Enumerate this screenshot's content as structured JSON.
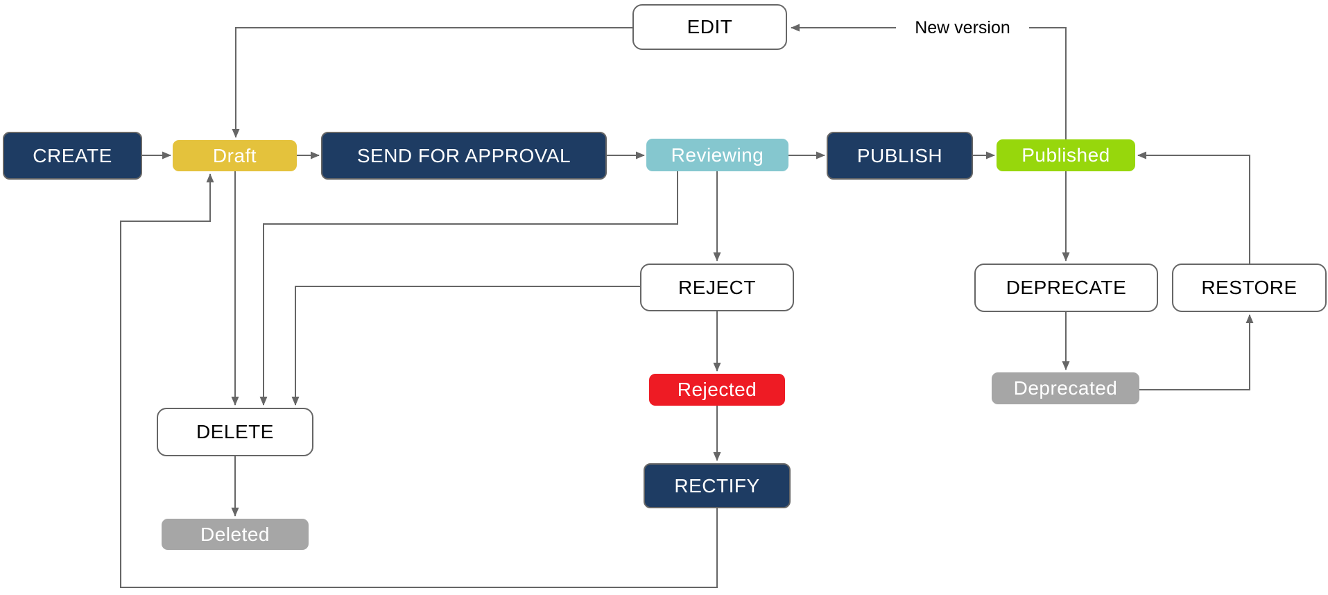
{
  "colors": {
    "canvas": "#ffffff",
    "navy": "#1e3c63",
    "gold": "#e4c23c",
    "teal": "#85c7cf",
    "lime": "#97d70c",
    "red": "#ee1b24",
    "gray": "#a6a6a6",
    "line": "#666666",
    "outline_border": "#666666",
    "text_light": "#ffffff",
    "text_dark": "#000000"
  },
  "nodes": {
    "create": {
      "label": "CREATE",
      "type": "action"
    },
    "draft": {
      "label": "Draft",
      "type": "state"
    },
    "send_for_approval": {
      "label": "SEND FOR APPROVAL",
      "type": "action"
    },
    "reviewing": {
      "label": "Reviewing",
      "type": "state"
    },
    "publish": {
      "label": "PUBLISH",
      "type": "action"
    },
    "published": {
      "label": "Published",
      "type": "state"
    },
    "edit": {
      "label": "EDIT",
      "type": "action"
    },
    "reject": {
      "label": "REJECT",
      "type": "action"
    },
    "rejected": {
      "label": "Rejected",
      "type": "state"
    },
    "rectify": {
      "label": "RECTIFY",
      "type": "action"
    },
    "delete": {
      "label": "DELETE",
      "type": "action"
    },
    "deleted": {
      "label": "Deleted",
      "type": "state"
    },
    "deprecate": {
      "label": "DEPRECATE",
      "type": "action"
    },
    "deprecated": {
      "label": "Deprecated",
      "type": "state"
    },
    "restore": {
      "label": "RESTORE",
      "type": "action"
    }
  },
  "edge_labels": {
    "new_version": "New version"
  },
  "edges": [
    {
      "from": "CREATE",
      "to": "Draft"
    },
    {
      "from": "Draft",
      "to": "SEND FOR APPROVAL"
    },
    {
      "from": "SEND FOR APPROVAL",
      "to": "Reviewing"
    },
    {
      "from": "Reviewing",
      "to": "PUBLISH"
    },
    {
      "from": "PUBLISH",
      "to": "Published"
    },
    {
      "from": "Published",
      "to": "EDIT",
      "label": "New version"
    },
    {
      "from": "EDIT",
      "to": "Draft"
    },
    {
      "from": "Reviewing",
      "to": "REJECT"
    },
    {
      "from": "REJECT",
      "to": "Rejected"
    },
    {
      "from": "Rejected",
      "to": "RECTIFY"
    },
    {
      "from": "RECTIFY",
      "to": "Draft"
    },
    {
      "from": "Draft",
      "to": "DELETE"
    },
    {
      "from": "Reviewing",
      "to": "DELETE"
    },
    {
      "from": "REJECT",
      "to": "DELETE"
    },
    {
      "from": "DELETE",
      "to": "Deleted"
    },
    {
      "from": "Published",
      "to": "DEPRECATE"
    },
    {
      "from": "DEPRECATE",
      "to": "Deprecated"
    },
    {
      "from": "Deprecated",
      "to": "RESTORE"
    },
    {
      "from": "RESTORE",
      "to": "Published"
    }
  ]
}
